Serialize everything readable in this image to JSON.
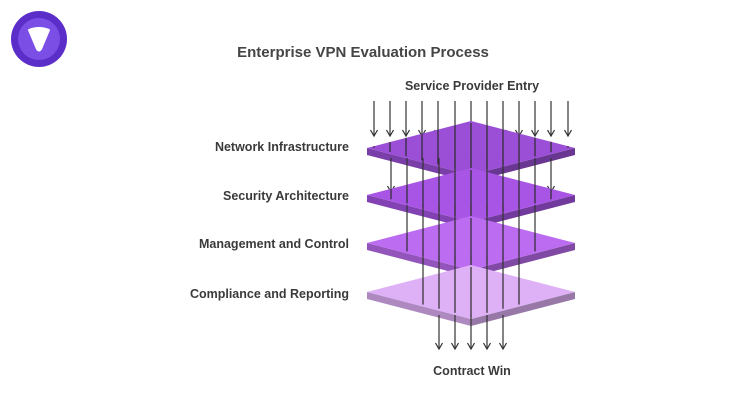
{
  "title": "Enterprise VPN Evaluation Process",
  "entry_label": "Service Provider Entry",
  "exit_label": "Contract Win",
  "layers": [
    {
      "label": "Network Infrastructure",
      "color": "#9b4fd6"
    },
    {
      "label": "Security Architecture",
      "color": "#a855e6"
    },
    {
      "label": "Management and Control",
      "color": "#bc6cf0"
    },
    {
      "label": "Compliance and Reporting",
      "color": "#deb0f6"
    }
  ],
  "logo": {
    "icon": "brand-shield-icon",
    "outer_color": "#5b2ec9",
    "inner_color": "#7b4fe6"
  }
}
